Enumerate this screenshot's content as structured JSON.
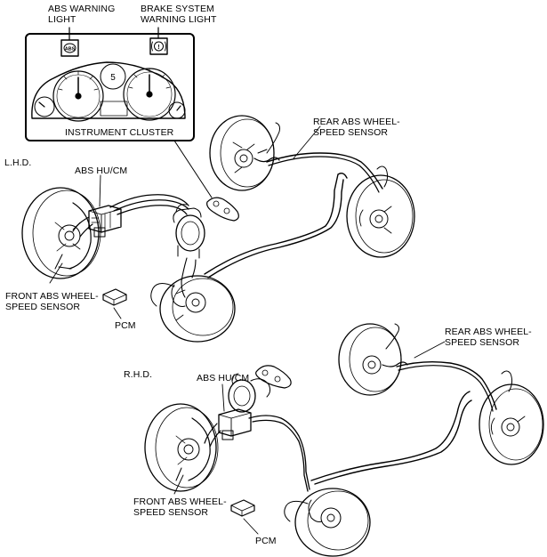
{
  "colors": {
    "line": "#000000",
    "background": "#ffffff"
  },
  "cluster": {
    "abs_light_label": "ABS WARNING\nLIGHT",
    "brake_light_label": "BRAKE SYSTEM\nWARNING LIGHT",
    "title": "INSTRUMENT CLUSTER",
    "abs_icon_text": "ABS",
    "brake_icon_text": "!"
  },
  "lhd": {
    "section_label": "L.H.D.",
    "hu_cm_label": "ABS HU/CM",
    "front_sensor_label": "FRONT ABS WHEEL-\nSPEED SENSOR",
    "rear_sensor_label": "REAR ABS WHEEL-\nSPEED SENSOR",
    "pcm_label": "PCM"
  },
  "rhd": {
    "section_label": "R.H.D.",
    "hu_cm_label": "ABS HU/CM",
    "front_sensor_label": "FRONT ABS WHEEL-\nSPEED SENSOR",
    "rear_sensor_label": "REAR ABS WHEEL-\nSPEED SENSOR",
    "pcm_label": "PCM"
  }
}
